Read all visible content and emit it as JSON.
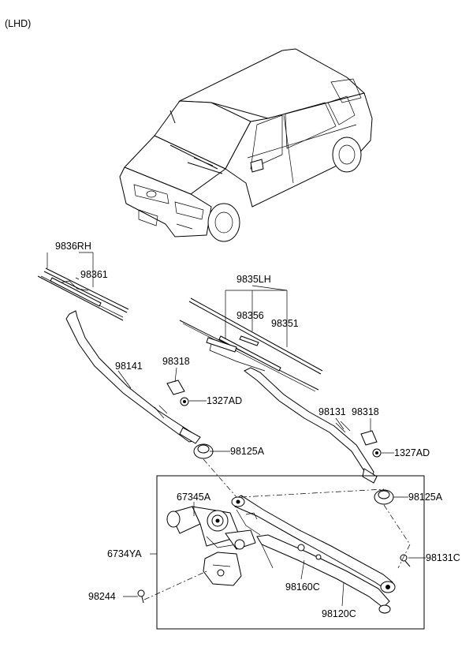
{
  "diagram": {
    "variant": "(LHD)",
    "labels": {
      "blade_rh_assy": "9836RH",
      "blade_rh_refill": "98361",
      "blade_lh_assy": "9835LH",
      "blade_lh_spring": "98356",
      "blade_lh_refill": "98351",
      "arm_rh": "98141",
      "cap_rh": "98318",
      "nut_rh": "1327AD",
      "pivot_cap_rh": "98125A",
      "arm_lh": "98131",
      "cap_lh": "98318",
      "nut_lh": "1327AD",
      "pivot_cap_lh": "98125A",
      "motor": "67345A",
      "linkage_assy": "6734YA",
      "bolt_right": "98131C",
      "bolt_left": "98244",
      "link_rod": "98160C",
      "link_rod_2": "98120C"
    }
  }
}
